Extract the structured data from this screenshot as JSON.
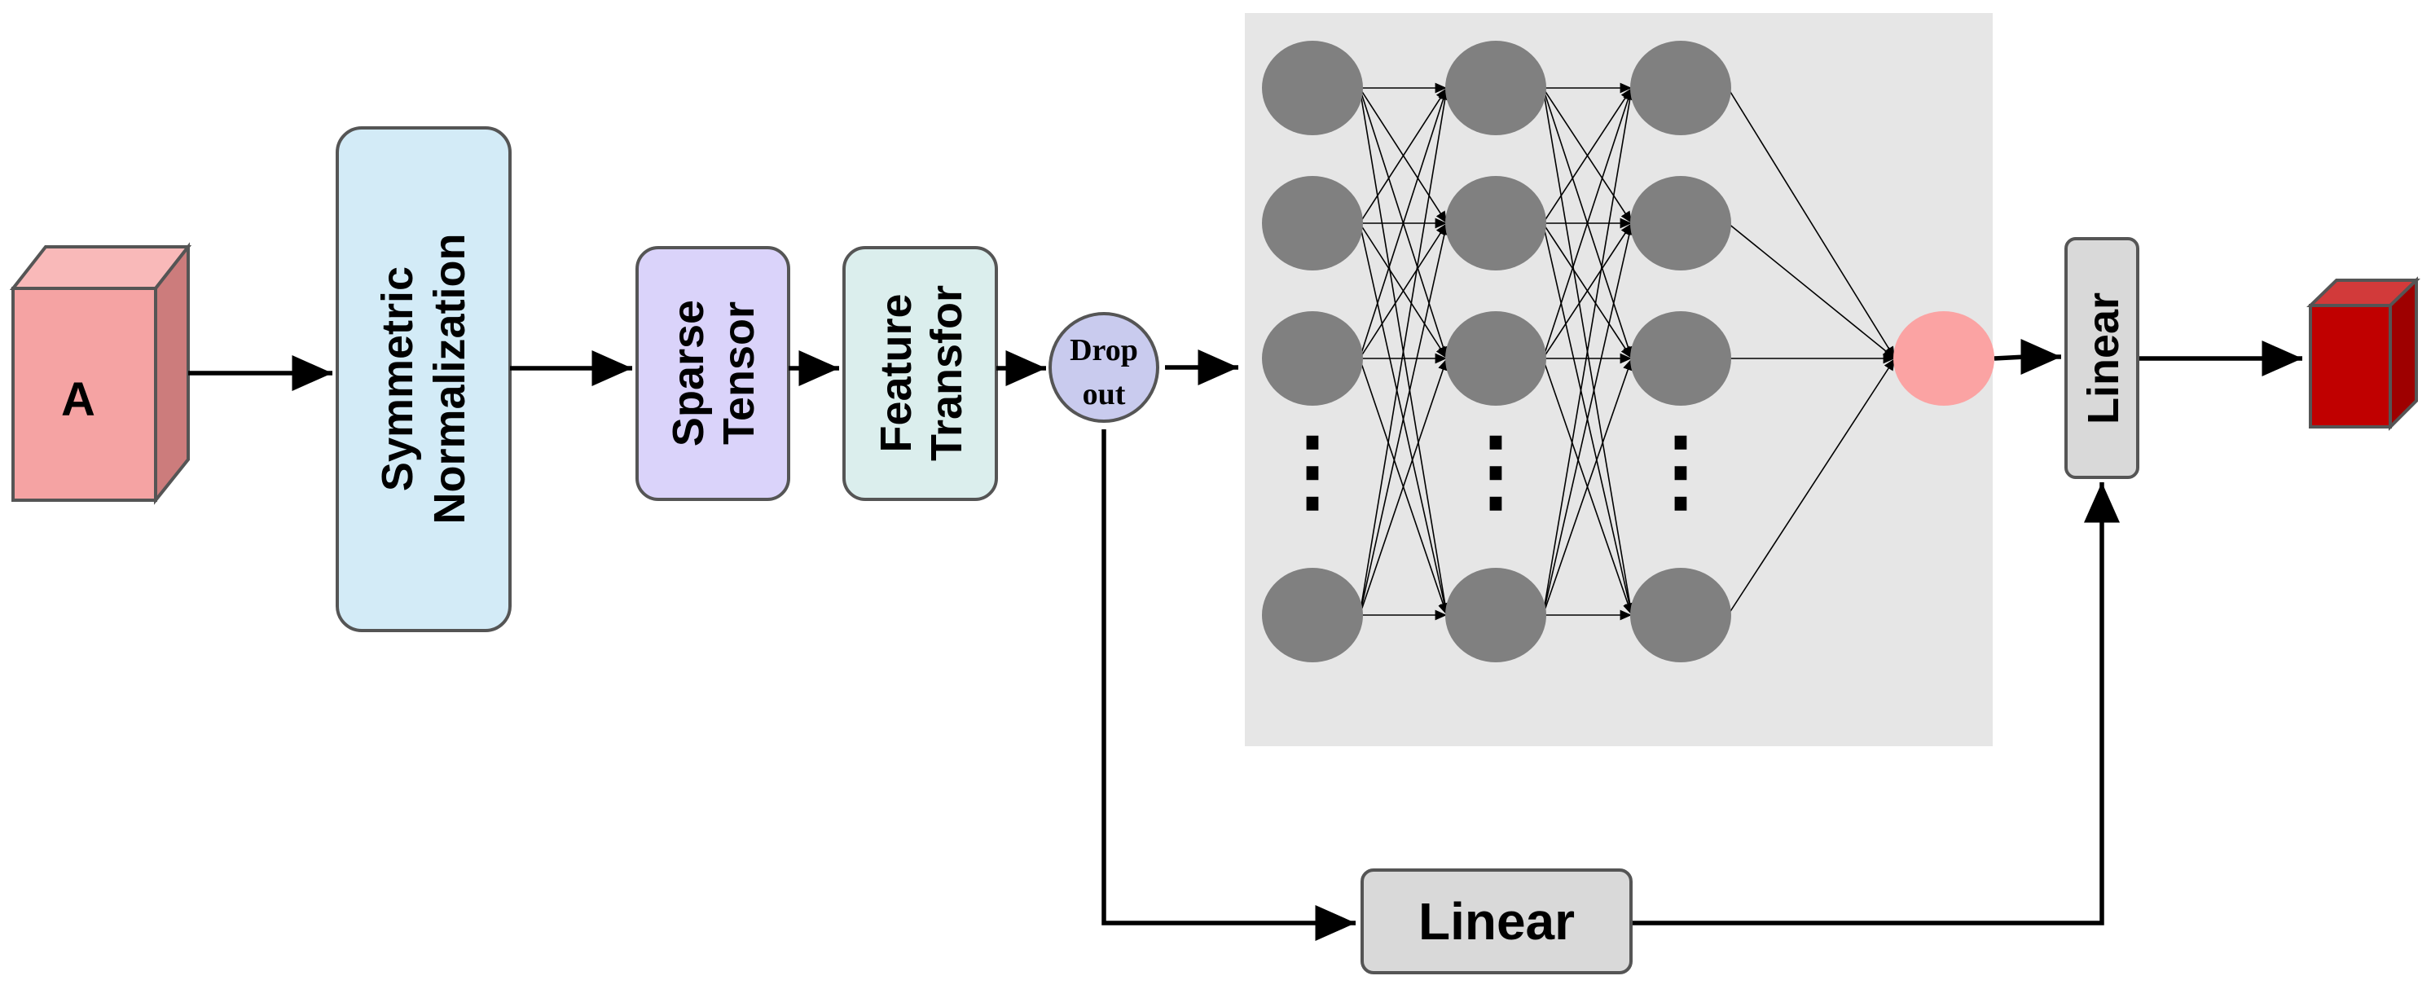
{
  "input_block": {
    "label": "A",
    "color": "#f5a3a3"
  },
  "symmetric_norm": {
    "line1": "Symmetric",
    "line2": "Normalization",
    "color": "#d3ebf7"
  },
  "sparse_tensor": {
    "line1": "Sparse",
    "line2": "Tensor",
    "color": "#dad3fa"
  },
  "feature_transform": {
    "line1": "Feature",
    "line2": "Transfor",
    "color": "#dbeeed"
  },
  "dropout": {
    "line1": "Drop",
    "line2": "out",
    "color": "#c9cbee"
  },
  "network": {
    "panel_color": "#e6e6e6",
    "node_color": "#808080",
    "output_node_color": "#fba3a3",
    "ellipsis_glyph": "⋮"
  },
  "linear_top": {
    "label": "Linear",
    "color": "#d9d9d9"
  },
  "linear_bottom": {
    "label": "Linear",
    "color": "#d9d9d9"
  },
  "output_block": {
    "color": "#c00000"
  }
}
